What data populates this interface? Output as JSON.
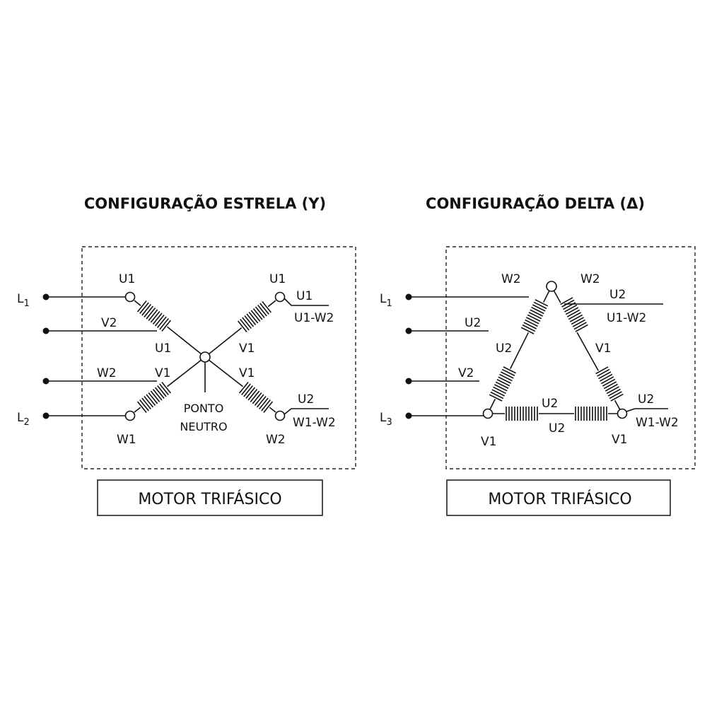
{
  "star": {
    "title": "CONFIGURAÇÃO ESTRELA (Y)",
    "line_labels": {
      "l1": "L",
      "l1_sub": "1",
      "l2": "L",
      "l2_sub": "2"
    },
    "labels": {
      "u1_top": "U1",
      "v2_left": "V2",
      "u1_center": "U1",
      "w2_left": "W2",
      "v1_center": "V1",
      "w1_bottom": "W1",
      "neutral_1": "PONTO",
      "neutral_2": "NEUTRO",
      "u1_top_right": "U1",
      "u1_right": "U1",
      "u1w2_right": "U1-W2",
      "v1_upper_right": "V1",
      "v1_lower_right": "V1",
      "u2_right": "U2",
      "w1w2_right": "W1-W2",
      "w2_bottom_right": "W2"
    },
    "caption": "MOTOR TRIFÁSICO"
  },
  "delta": {
    "title": "CONFIGURAÇÃO DELTA (Δ)",
    "line_labels": {
      "l1": "L",
      "l1_sub": "1",
      "l3": "L",
      "l3_sub": "3"
    },
    "labels": {
      "w2_top_left": "W2",
      "w2_top_right": "W2",
      "u2_top_right": "U2",
      "u1w2_right": "U1-W2",
      "u2_left_line": "U2",
      "u2_left_side": "U2",
      "v2_left_line": "V2",
      "v1_right_side": "V1",
      "u2_bottom_top": "U2",
      "u2_bottom_under": "U2",
      "u2_right_line": "U2",
      "w1w2_right": "W1-W2",
      "v1_bottom_left": "V1",
      "v1_bottom_right": "V1"
    },
    "caption": "MOTOR TRIFÁSICO"
  }
}
